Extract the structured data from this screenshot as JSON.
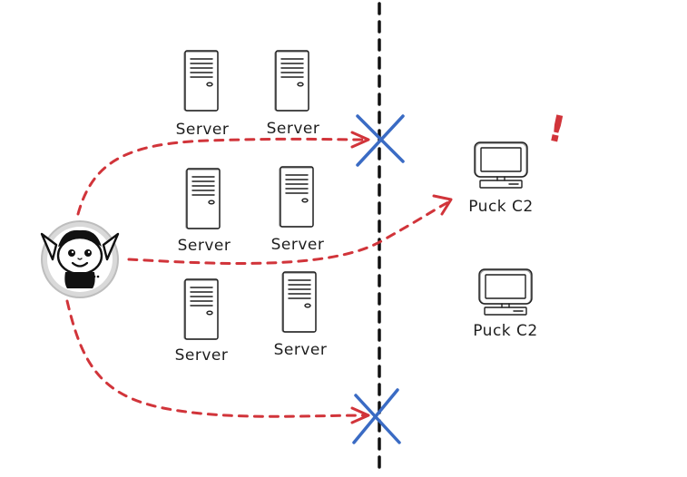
{
  "servers": [
    {
      "label": "Server"
    },
    {
      "label": "Server"
    },
    {
      "label": "Server"
    },
    {
      "label": "Server"
    },
    {
      "label": "Server"
    },
    {
      "label": "Server"
    }
  ],
  "computers": [
    {
      "label": "Puck C2"
    },
    {
      "label": "Puck C2"
    }
  ],
  "alert": {
    "mark": "!"
  },
  "colors": {
    "arrow": "#d1343a",
    "blocked": "#3a6bc4",
    "boundary": "#111111",
    "ink": "#1e1e1e"
  },
  "icons": {
    "attacker": "goblin-mascot-icon",
    "server": "server-tower-icon",
    "computer": "desktop-computer-icon",
    "block": "x-mark-icon"
  }
}
